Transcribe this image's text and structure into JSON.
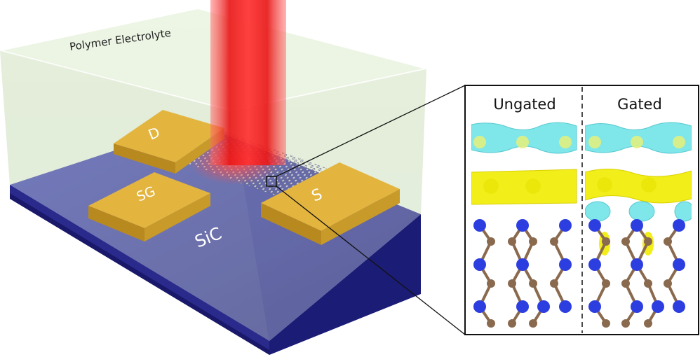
{
  "labels": {
    "electrolyte": "Polymer Electrolyte",
    "drain": "D",
    "side_gate": "SG",
    "source": "S",
    "substrate": "SiC"
  },
  "inset": {
    "left_title": "Ungated",
    "right_title": "Gated"
  },
  "colors": {
    "substrate": "#23217a",
    "electrode": "#d9aa34",
    "laser": "#e01212",
    "isosurface_cyan": "#6fe0e6",
    "isosurface_yellow": "#f2ee1a",
    "atom_blue": "#2d3ee0",
    "atom_brown": "#8a6a4e"
  }
}
